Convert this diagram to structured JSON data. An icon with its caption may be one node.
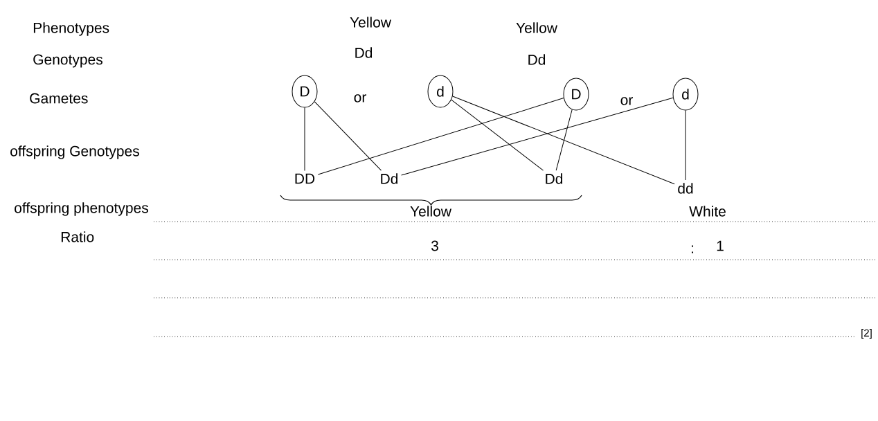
{
  "diagram": {
    "nodes": [
      {
        "text": [
          "D"
        ]
      },
      {
        "text": [
          "d"
        ]
      },
      {
        "text": [
          "D"
        ]
      },
      {
        "text": [
          "d"
        ]
      },
      {
        "text": [
          "DD"
        ]
      },
      {
        "text": [
          "Dd"
        ]
      },
      {
        "text": [
          "Dd"
        ]
      },
      {
        "text": [
          "dd"
        ]
      }
    ],
    "edges": [
      {
        "from": 0,
        "to": 4,
        "arrow": "none"
      },
      {
        "from": 0,
        "to": 5,
        "arrow": "none"
      },
      {
        "from": 1,
        "to": 6,
        "arrow": "none"
      },
      {
        "from": 1,
        "to": 7,
        "arrow": "none"
      },
      {
        "from": 2,
        "to": 4,
        "arrow": "none"
      },
      {
        "from": 2,
        "to": 6,
        "arrow": "none"
      },
      {
        "from": 3,
        "to": 5,
        "arrow": "none"
      },
      {
        "from": 3,
        "to": 7,
        "arrow": "none"
      }
    ],
    "labels": [
      "Phenotypes",
      "Yellow",
      "Yellow",
      "Genotypes",
      "Dd",
      "Dd",
      "Gametes",
      "or",
      "or",
      "offspring Genotypes",
      "offspring phenotypes",
      "Yellow",
      "White",
      "Ratio",
      "3",
      ":",
      "1",
      "[2]"
    ]
  }
}
